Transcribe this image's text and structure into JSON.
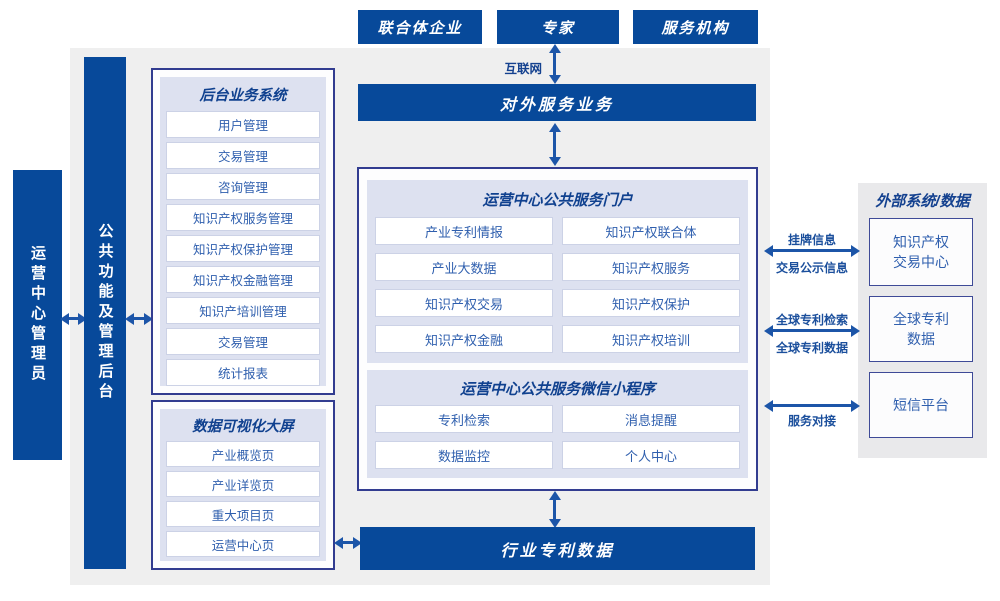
{
  "colors": {
    "primary_blue": "#07499a",
    "arrow_blue": "#1c55a8",
    "panel_border": "#323c90",
    "inner_panel_bg": "#dde1f0",
    "item_text": "#2f5fae",
    "title_text": "#10418f",
    "canvas_gray": "#efefef",
    "external_panel_gray": "#e9e9eb"
  },
  "actors": {
    "items": [
      "联合体企业",
      "专家",
      "服务机构"
    ]
  },
  "internet": {
    "label": "互联网"
  },
  "external_service": {
    "label": "对外服务业务"
  },
  "admin": {
    "label": "运营中心管理员"
  },
  "backend_bar": {
    "label": "公共功能及管理后台"
  },
  "backend_panel": {
    "title": "后台业务系统",
    "items": [
      "用户管理",
      "交易管理",
      "咨询管理",
      "知识产权服务管理",
      "知识产权保护管理",
      "知识产权金融管理",
      "知识产培训管理",
      "交易管理",
      "统计报表"
    ]
  },
  "dataviz_panel": {
    "title": "数据可视化大屏",
    "items": [
      "产业概览页",
      "产业详览页",
      "重大项目页",
      "运营中心页"
    ]
  },
  "portal": {
    "title": "运营中心公共服务门户",
    "rows": [
      [
        "产业专利情报",
        "知识产权联合体"
      ],
      [
        "产业大数据",
        "知识产权服务"
      ],
      [
        "知识产权交易",
        "知识产权保护"
      ],
      [
        "知识产权金融",
        "知识产权培训"
      ]
    ]
  },
  "miniprogram": {
    "title": "运营中心公共服务微信小程序",
    "rows": [
      [
        "专利检索",
        "消息提醒"
      ],
      [
        "数据监控",
        "个人中心"
      ]
    ]
  },
  "industry_data": {
    "label": "行业专利数据"
  },
  "external_panel": {
    "title": "外部系统/数据",
    "boxes": [
      {
        "lines": [
          "知识产权",
          "交易中心"
        ]
      },
      {
        "lines": [
          "全球专利",
          "数据"
        ]
      },
      {
        "lines": [
          "短信平台"
        ]
      }
    ]
  },
  "links": [
    {
      "top": "挂牌信息",
      "bottom": "交易公示信息"
    },
    {
      "top": "全球专利检索",
      "bottom": "全球专利数据"
    },
    {
      "top": "",
      "bottom": "服务对接"
    }
  ]
}
